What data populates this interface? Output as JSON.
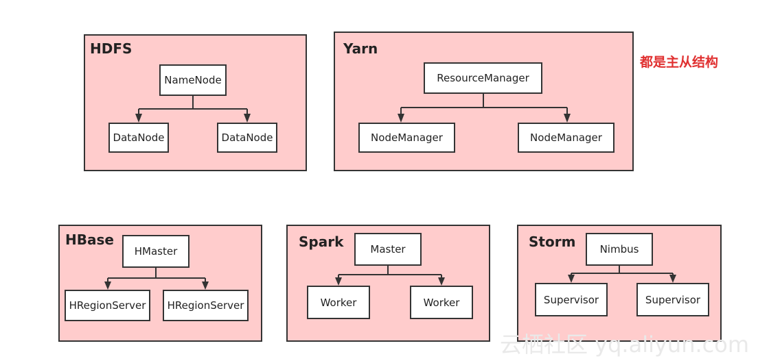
{
  "note": "都是主从结构",
  "watermark": "云栖社区 yq.aliyun.com",
  "colors": {
    "panel_fill": "#ffcccc",
    "border": "#333333",
    "note": "#e03030"
  },
  "clusters": {
    "hdfs": {
      "title": "HDFS",
      "master": "NameNode",
      "workers": [
        "DataNode",
        "DataNode"
      ]
    },
    "yarn": {
      "title": "Yarn",
      "master": "ResourceManager",
      "workers": [
        "NodeManager",
        "NodeManager"
      ]
    },
    "hbase": {
      "title": "HBase",
      "master": "HMaster",
      "workers": [
        "HRegionServer",
        "HRegionServer"
      ]
    },
    "spark": {
      "title": "Spark",
      "master": "Master",
      "workers": [
        "Worker",
        "Worker"
      ]
    },
    "storm": {
      "title": "Storm",
      "master": "Nimbus",
      "workers": [
        "Supervisor",
        "Supervisor"
      ]
    }
  }
}
